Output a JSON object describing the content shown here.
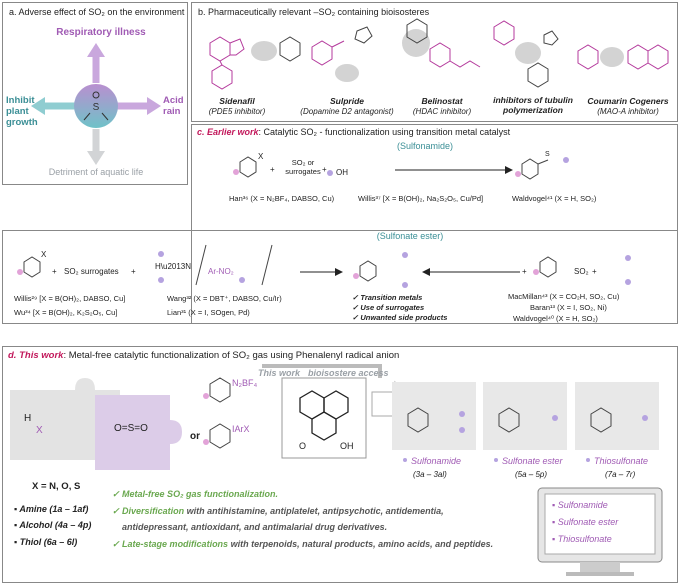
{
  "panel_a": {
    "title": "a. Adverse effect of SO₂ on the environment",
    "top": "Respiratory illness",
    "left": "Inhibit plant growth",
    "right": "Acid rain",
    "bottom": "Detriment of aquatic life"
  },
  "panel_b": {
    "title": "b. Pharmaceutically relevant –SO₂ containing bioisosteres",
    "drugs": [
      {
        "name": "Sidenafil",
        "desc": "(PDE5 inhibitor)"
      },
      {
        "name": "Sulpride",
        "desc": "(Dopamine D2 antagonist)"
      },
      {
        "name": "Belinostat",
        "desc": "(HDAC inhibitor)"
      },
      {
        "name": "inhibitors of tubulin polymerization",
        "desc": ""
      },
      {
        "name": "Coumarin Cogeners",
        "desc": "(MAO-A inhibitor)"
      }
    ]
  },
  "panel_c": {
    "title_prefix": "c. Earlier work",
    "title_rest": ": Catalytic SO₂ - functionalization using transition metal catalyst",
    "sulfonamide_header": "(Sulfonamide)",
    "sulfonate_header": "(Sulfonate ester)",
    "r1_reagent": "SO₂ or surrogates",
    "r1_refs": {
      "han": "Han³⁶ (X = N₂BF₄, DABSO, Cu)",
      "willis": "Willis³⁷ [X = B(OH)₂, Na₂S₂O₅, Cu/Pd]",
      "waldvogel": "Waldvogel⁴¹ (X = H, SO₂)"
    },
    "r2_reagent": "SO₂ surrogates",
    "r2_arno2": "Ar-NO₂",
    "r2_refs_left": [
      "Willis²⁹ [X = B(OH)₂, DABSO, Cu]",
      "Wu³⁴ [X = B(OH)₂, K₂S₂O₅, Cu]"
    ],
    "r2_refs_mid": [
      "Wang³² (X = DBT⁺, DABSO, Cu/Ir)",
      "Lian³¹ (X = I, SOgen, Pd)"
    ],
    "checks": [
      "Transition metals",
      "Use of surrogates",
      "Unwanted side products"
    ],
    "r2_right_reagent": "SO₂",
    "r2_refs_right": [
      "MacMillan⁴³ (X = CO₂H, SO₂, Cu)",
      "Baran¹³ (X = I, SO₂, Ni)",
      "Waldvogel⁴⁰ (X = H, SO₂)"
    ]
  },
  "panel_d": {
    "title_prefix": "d. This work",
    "title_rest": ": Metal-free catalytic functionalization of SO₂ gas using Phenalenyl radical anion",
    "this_work": "This work",
    "bioisostere": "bioisostere access",
    "hx": "H",
    "x_label": "X",
    "n2bf4": "N₂BF₄",
    "iarx": "IArX",
    "or": "or",
    "oh": "OH",
    "o": "O",
    "xeq": "X = N, O, S",
    "substrates": [
      "Amine (1a – 1af)",
      "Alcohol (4a – 4p)",
      "Thiol (6a – 6l)"
    ],
    "products": [
      {
        "name": "Sulfonamide",
        "range": "(3a – 3al)"
      },
      {
        "name": "Sulfonate ester",
        "range": "(5a – 5p)"
      },
      {
        "name": "Thiosulfonate",
        "range": "(7a – 7r)"
      }
    ],
    "bullets": [
      {
        "green": "Metal-free SO₂ gas functionalization.",
        "rest": ""
      },
      {
        "green": "Diversification",
        "rest": " with antihistamine, antiplatelet, antipsychotic, antidementia,"
      },
      {
        "green": "",
        "rest": "antidepressant, antioxidant, and antimalarial drug derivatives."
      },
      {
        "green": "Late-stage modifications",
        "rest": " with terpenoids, natural products, amino acids, and peptides."
      }
    ],
    "monitor": [
      "Sulfonamide",
      "Sulfonate ester",
      "Thiosulfonate"
    ]
  },
  "colors": {
    "purple": "#a05bb4",
    "teal": "#3b8f96",
    "green": "#6aa84f",
    "magenta": "#c2185b"
  }
}
